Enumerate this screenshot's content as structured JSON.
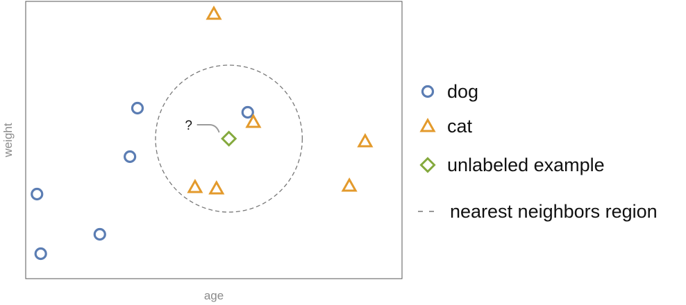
{
  "chart_data": {
    "type": "scatter",
    "xlabel": "age",
    "ylabel": "weight",
    "xlim": [
      0,
      10
    ],
    "ylim": [
      0,
      10
    ],
    "grid": false,
    "ticks": false,
    "legend_position": "right",
    "colors": {
      "dog": "#5b7db3",
      "cat": "#e39a2c",
      "unlabeled": "#84a93d",
      "region": "#777777",
      "frame": "#555555"
    },
    "series": [
      {
        "name": "dog",
        "marker": "circle",
        "points": [
          {
            "x": 0.3,
            "y": 3.05
          },
          {
            "x": 0.4,
            "y": 0.9
          },
          {
            "x": 1.97,
            "y": 1.6
          },
          {
            "x": 2.77,
            "y": 4.4
          },
          {
            "x": 2.97,
            "y": 6.15
          },
          {
            "x": 5.9,
            "y": 6.0
          }
        ]
      },
      {
        "name": "cat",
        "marker": "triangle",
        "points": [
          {
            "x": 5.0,
            "y": 9.55
          },
          {
            "x": 6.05,
            "y": 5.65
          },
          {
            "x": 9.02,
            "y": 4.95
          },
          {
            "x": 8.6,
            "y": 3.35
          },
          {
            "x": 4.5,
            "y": 3.3
          },
          {
            "x": 5.07,
            "y": 3.25
          }
        ]
      },
      {
        "name": "unlabeled example",
        "marker": "diamond",
        "points": [
          {
            "x": 5.4,
            "y": 5.05
          }
        ]
      }
    ],
    "region": {
      "name": "nearest neighbors region",
      "center": {
        "x": 5.4,
        "y": 5.05
      },
      "radius_x": 1.95,
      "radius_y": 2.65
    },
    "annotation": {
      "text": "?",
      "anchor": {
        "x": 5.4,
        "y": 5.05
      }
    }
  }
}
